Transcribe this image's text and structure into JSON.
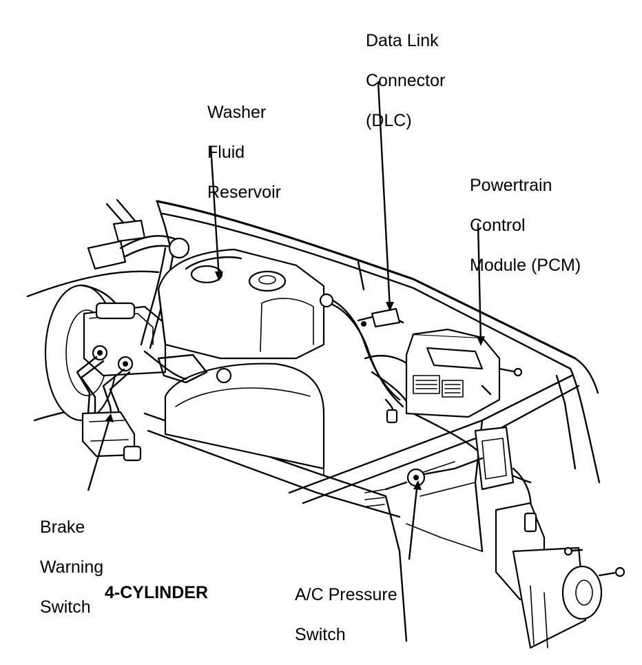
{
  "diagram": {
    "caption": "4-CYLINDER",
    "callouts": {
      "dlc": [
        "Data Link",
        "Connector",
        "(DLC)"
      ],
      "washer": [
        "Washer",
        "Fluid",
        "Reservoir"
      ],
      "pcm": [
        "Powertrain",
        "Control",
        "Module (PCM)"
      ],
      "brake": [
        "Brake",
        "Warning",
        "Switch"
      ],
      "ac": [
        "A/C Pressure",
        "Switch"
      ]
    }
  }
}
